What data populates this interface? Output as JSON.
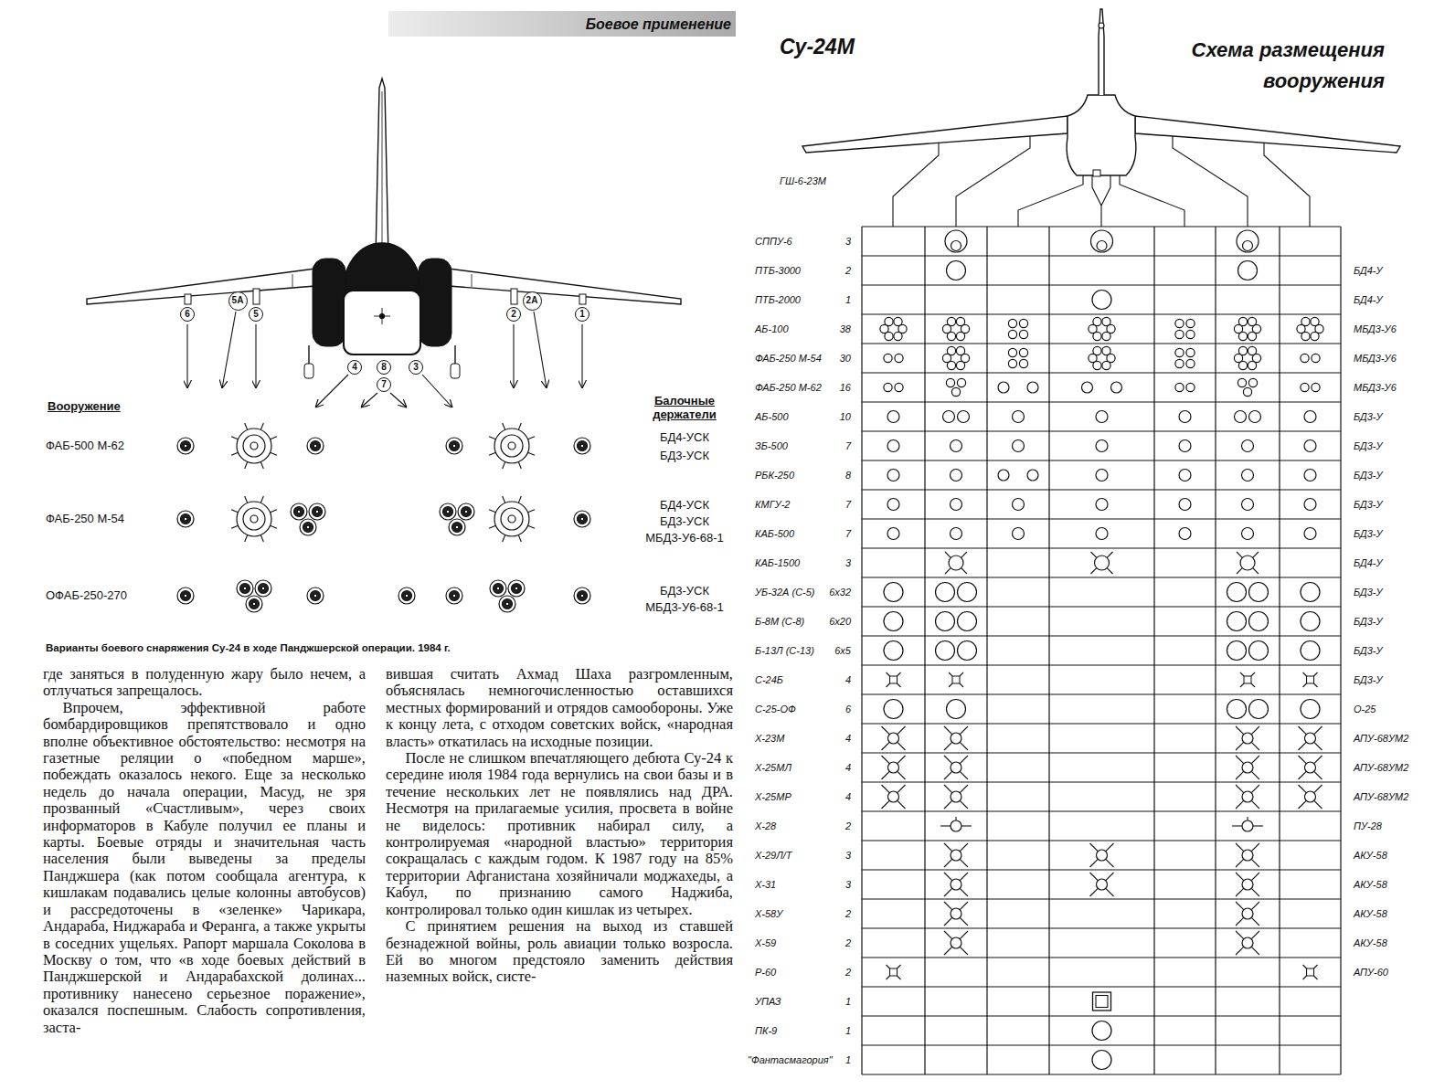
{
  "diagram": {
    "title": "Схема размещения вооружения",
    "caption": "Варианты боевого снаряжения Су-24 в ходе Панджшерской операции. 1984 г.",
    "nodes": [
      {
        "text": [
          "6"
        ]
      },
      {
        "text": [
          "5А"
        ]
      },
      {
        "text": [
          "5"
        ]
      },
      {
        "text": [
          "2"
        ]
      },
      {
        "text": [
          "2А"
        ]
      },
      {
        "text": [
          "1"
        ]
      },
      {
        "text": [
          "4"
        ]
      },
      {
        "text": [
          "8"
        ]
      },
      {
        "text": [
          "7"
        ]
      },
      {
        "text": [
          "3"
        ]
      }
    ],
    "labels": [
      "Боевое применение",
      "Вооружение",
      "Балочные держатели",
      "ФАБ-500 М-62",
      "БД4-УСК",
      "БД3-УСК",
      "ФАБ-250 М-54",
      "БД4-УСК",
      "БД3-УСК",
      "МБД3-У6-68-1",
      "ОФАБ-250-270",
      "БД3-УСК",
      "МБД3-У6-68-1",
      "где заняться в полуденную жару было нечем, а отлучаться запрещалось.",
      "Впрочем, эффективной работе бомбардировщиков препятствовало и одно вполне объективное обстоятельство: несмотря на газетные реляции о «победном марше», побеждать оказалось некого. Еще за несколько недель до начала операции, Масуд, не зря прозванный «Счастливым», через своих информаторов в Кабуле получил ее планы и карты. Боевые отряды и значительная часть населения были выведены за пределы Панджшера (как потом сообщала агентура, к кишлакам подавались целые колонны автобусов) и рассредоточены в «зеленке» Чарикара, Андараба, Ниджараба и Феранга, а также укрыты в соседних ущельях. Рапорт маршала Соколова в Москву о том, что «в ходе боевых действий в Панджшерской и Андарабахской долинах... противнику нанесено серьезное поражение», оказался поспешным. Слабость сопротивления, заста-",
      "вившая считать Ахмад Шаха разгромленным, объяснялась немногочисленностью оставшихся местных формирований и отрядов самообороны. Уже к концу лета, с отходом советских войск, «народная власть» откатилась на исходные позиции.",
      "После не слишком впечатляющего дебюта Су-24 к середине июля 1984 года вернулись на свои базы и в течение нескольких лет не появлялись над ДРА. Несмотря на прилагаемые усилия, просвета в войне не виделось: противник набирал силу, а контролируемая «народной властью» территория сокращалась с каждым годом. К 1987 году на 85% территории Афганистана хозяйничали моджахеды, а Кабул, по признанию самого Наджиба, контролировал только один кишлак из четырех.",
      "С принятием решения на выход из ставшей безнадежной войны, роль авиации только возросла. Ей во многом предстояло заменить действия наземных войск, систе-",
      "Су-24М",
      "ГШ-6-23М",
      "СППУ-6",
      "3",
      "ПТБ-3000",
      "2",
      "БД4-У",
      "ПТБ-2000",
      "1",
      "БД4-У",
      "АБ-100",
      "38",
      "МБД3-У6",
      "ФАБ-250 М-54",
      "30",
      "МБД3-У6",
      "ФАБ-250 М-62",
      "16",
      "МБД3-У6",
      "АБ-500",
      "10",
      "БД3-У",
      "ЗБ-500",
      "7",
      "БД3-У",
      "РБК-250",
      "8",
      "БД3-У",
      "КМГУ-2",
      "7",
      "БД3-У",
      "КАБ-500",
      "7",
      "БД3-У",
      "КАБ-1500",
      "3",
      "БД4-У",
      "УБ-32А (С-5)",
      "6x32",
      "БД3-У",
      "Б-8М (С-8)",
      "6x20",
      "БД3-У",
      "Б-13Л (С-13)",
      "6x5",
      "БД3-У",
      "С-24Б",
      "4",
      "БД3-У",
      "С-25-ОФ",
      "6",
      "О-25",
      "Х-23М",
      "4",
      "АПУ-68УМ2",
      "Х-25МЛ",
      "4",
      "АПУ-68УМ2",
      "Х-25МР",
      "4",
      "АПУ-68УМ2",
      "Х-28",
      "2",
      "ПУ-28",
      "Х-29Л/Т",
      "3",
      "АКУ-58",
      "Х-31",
      "3",
      "АКУ-58",
      "Х-58У",
      "2",
      "АКУ-58",
      "Х-59",
      "2",
      "АКУ-58",
      "Р-60",
      "2",
      "АПУ-60",
      "УПАЗ",
      "1",
      "ПК-9",
      "1",
      "\"Фантасмагория\"",
      "1"
    ]
  }
}
